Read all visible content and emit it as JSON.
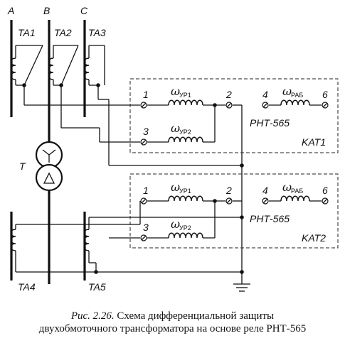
{
  "diagram": {
    "phases": [
      "A",
      "B",
      "C"
    ],
    "ct_top": [
      "TA1",
      "TA2",
      "TA3"
    ],
    "ct_bottom": [
      "TA4",
      "TA5"
    ],
    "transformer": "T",
    "relays": [
      {
        "name": "KAT1",
        "type": "РНТ-565",
        "terminals": [
          "1",
          "2",
          "3",
          "4",
          "6"
        ],
        "coils": [
          {
            "symbol": "ω",
            "sub": "УР1"
          },
          {
            "symbol": "ω",
            "sub": "УР2"
          },
          {
            "symbol": "ω",
            "sub": "РАБ"
          }
        ]
      },
      {
        "name": "KAT2",
        "type": "РНТ-565",
        "terminals": [
          "1",
          "2",
          "3",
          "4",
          "6"
        ],
        "coils": [
          {
            "symbol": "ω",
            "sub": "УР1"
          },
          {
            "symbol": "ω",
            "sub": "УР2"
          },
          {
            "symbol": "ω",
            "sub": "РАБ"
          }
        ]
      }
    ]
  },
  "caption": {
    "label": "Рис. 2.26.",
    "line1": " Схема дифференциальной защиты",
    "line2": "двухобмоточного трансформатора на основе реле РНТ-565"
  }
}
